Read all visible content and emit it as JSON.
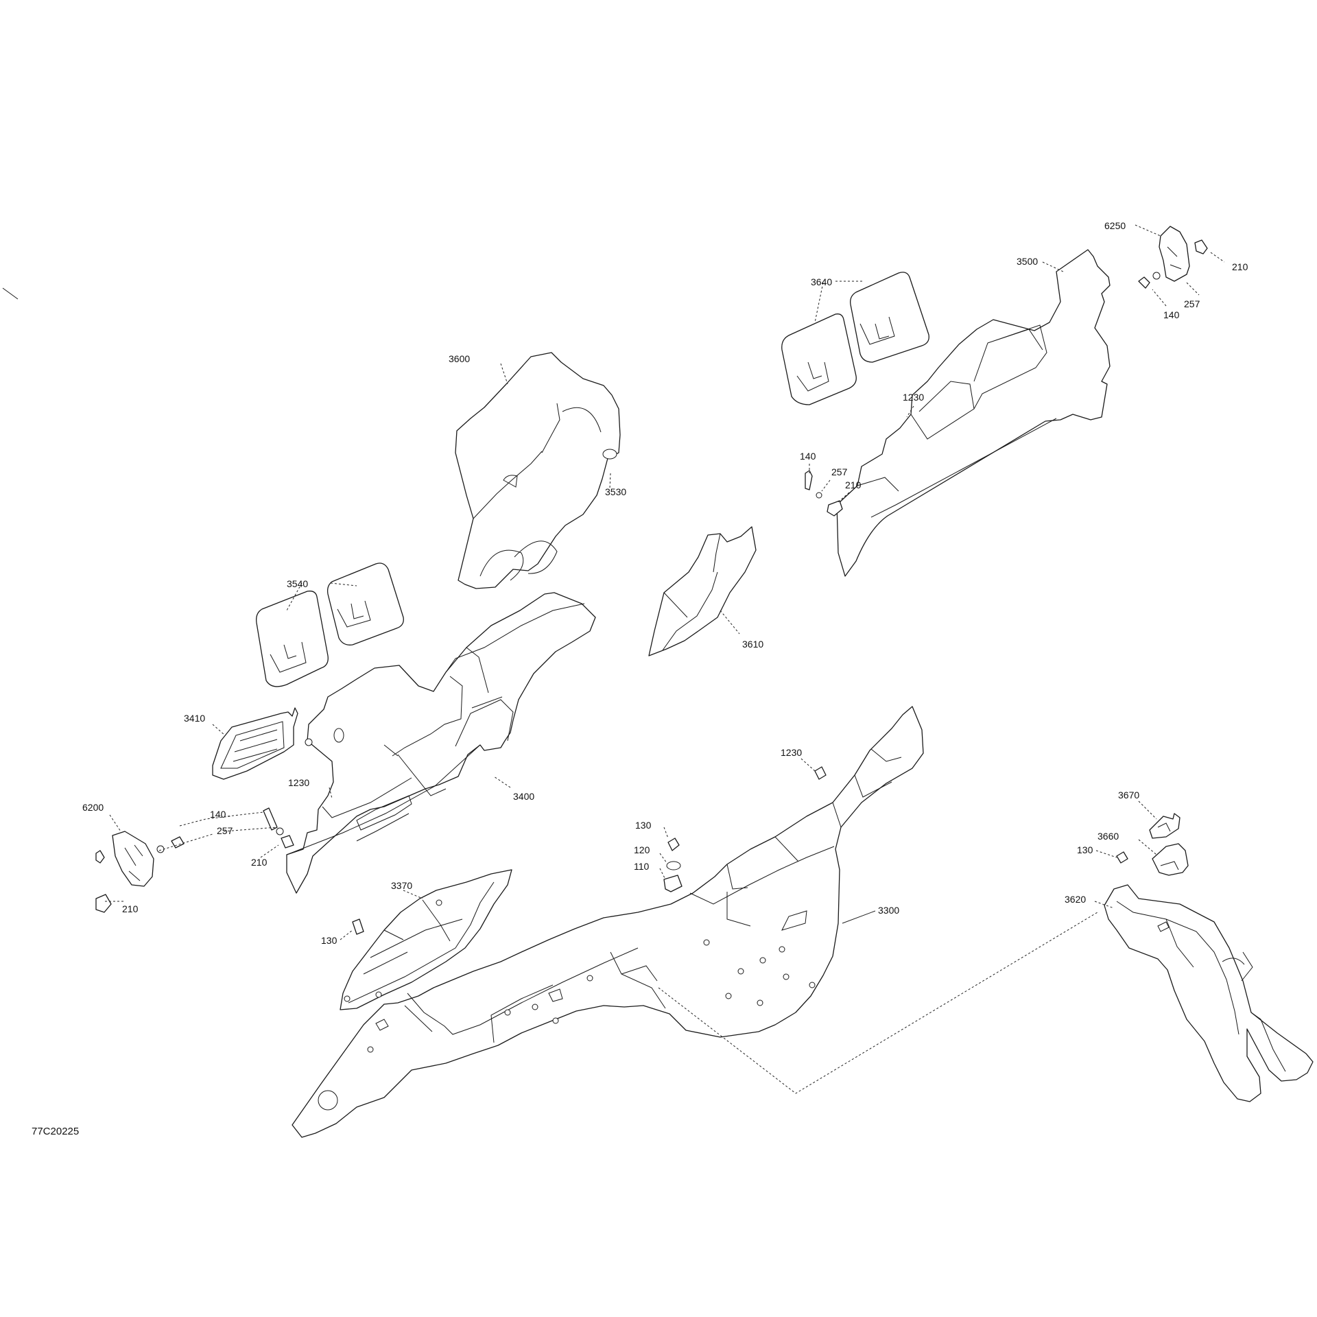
{
  "drawing": {
    "reference": "77C20225",
    "callouts": [
      {
        "id": "c-3640",
        "label": "3640"
      },
      {
        "id": "c-3500",
        "label": "3500"
      },
      {
        "id": "c-6250",
        "label": "6250"
      },
      {
        "id": "c-210-a",
        "label": "210"
      },
      {
        "id": "c-257-a",
        "label": "257"
      },
      {
        "id": "c-140-a",
        "label": "140"
      },
      {
        "id": "c-1230-a",
        "label": "1230"
      },
      {
        "id": "c-140-b",
        "label": "140"
      },
      {
        "id": "c-257-b",
        "label": "257"
      },
      {
        "id": "c-210-b",
        "label": "210"
      },
      {
        "id": "c-3600",
        "label": "3600"
      },
      {
        "id": "c-3530",
        "label": "3530"
      },
      {
        "id": "c-3540",
        "label": "3540"
      },
      {
        "id": "c-3610",
        "label": "3610"
      },
      {
        "id": "c-3410",
        "label": "3410"
      },
      {
        "id": "c-3400",
        "label": "3400"
      },
      {
        "id": "c-1230-b",
        "label": "1230"
      },
      {
        "id": "c-6200",
        "label": "6200"
      },
      {
        "id": "c-140-c",
        "label": "140"
      },
      {
        "id": "c-257-c",
        "label": "257"
      },
      {
        "id": "c-210-c",
        "label": "210"
      },
      {
        "id": "c-210-d",
        "label": "210"
      },
      {
        "id": "c-1230-c",
        "label": "1230"
      },
      {
        "id": "c-130-a",
        "label": "130"
      },
      {
        "id": "c-120",
        "label": "120"
      },
      {
        "id": "c-110",
        "label": "110"
      },
      {
        "id": "c-3370",
        "label": "3370"
      },
      {
        "id": "c-130-b",
        "label": "130"
      },
      {
        "id": "c-3300",
        "label": "3300"
      },
      {
        "id": "c-3670",
        "label": "3670"
      },
      {
        "id": "c-3660",
        "label": "3660"
      },
      {
        "id": "c-130-c",
        "label": "130"
      },
      {
        "id": "c-3620",
        "label": "3620"
      }
    ]
  }
}
